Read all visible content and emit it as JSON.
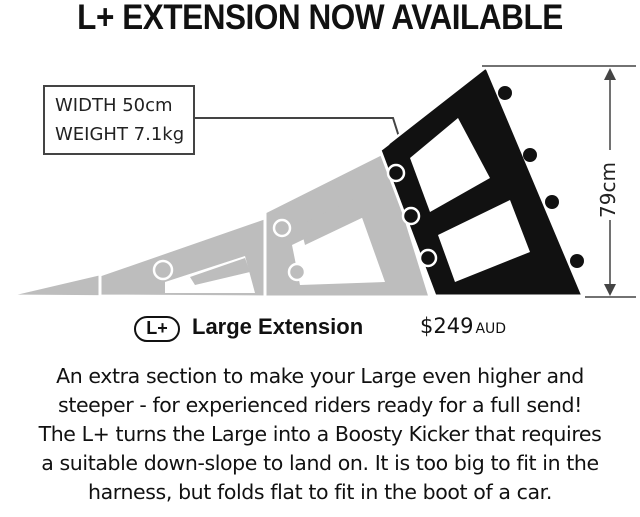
{
  "headline": "L+ EXTENSION NOW AVAILABLE",
  "specs": [
    "WIDTH 50cm",
    "WEIGHT 7.1kg"
  ],
  "dimension": "79cm",
  "product": {
    "badge": "L+",
    "name": "Large Extension",
    "price": "$249",
    "currency": "AUD"
  },
  "description": [
    "An extra section to make your Large even higher and",
    "steeper - for experienced riders ready for a full send!",
    "The L+ turns the Large into a Boosty Kicker that requires",
    "a suitable down-slope to land on. It is too big to fit in the",
    "harness, but folds flat to fit in the boot of a car."
  ],
  "colors": {
    "extension": "#111111",
    "base_ramp": "#bdbdbd",
    "outline": "#ffffff"
  }
}
